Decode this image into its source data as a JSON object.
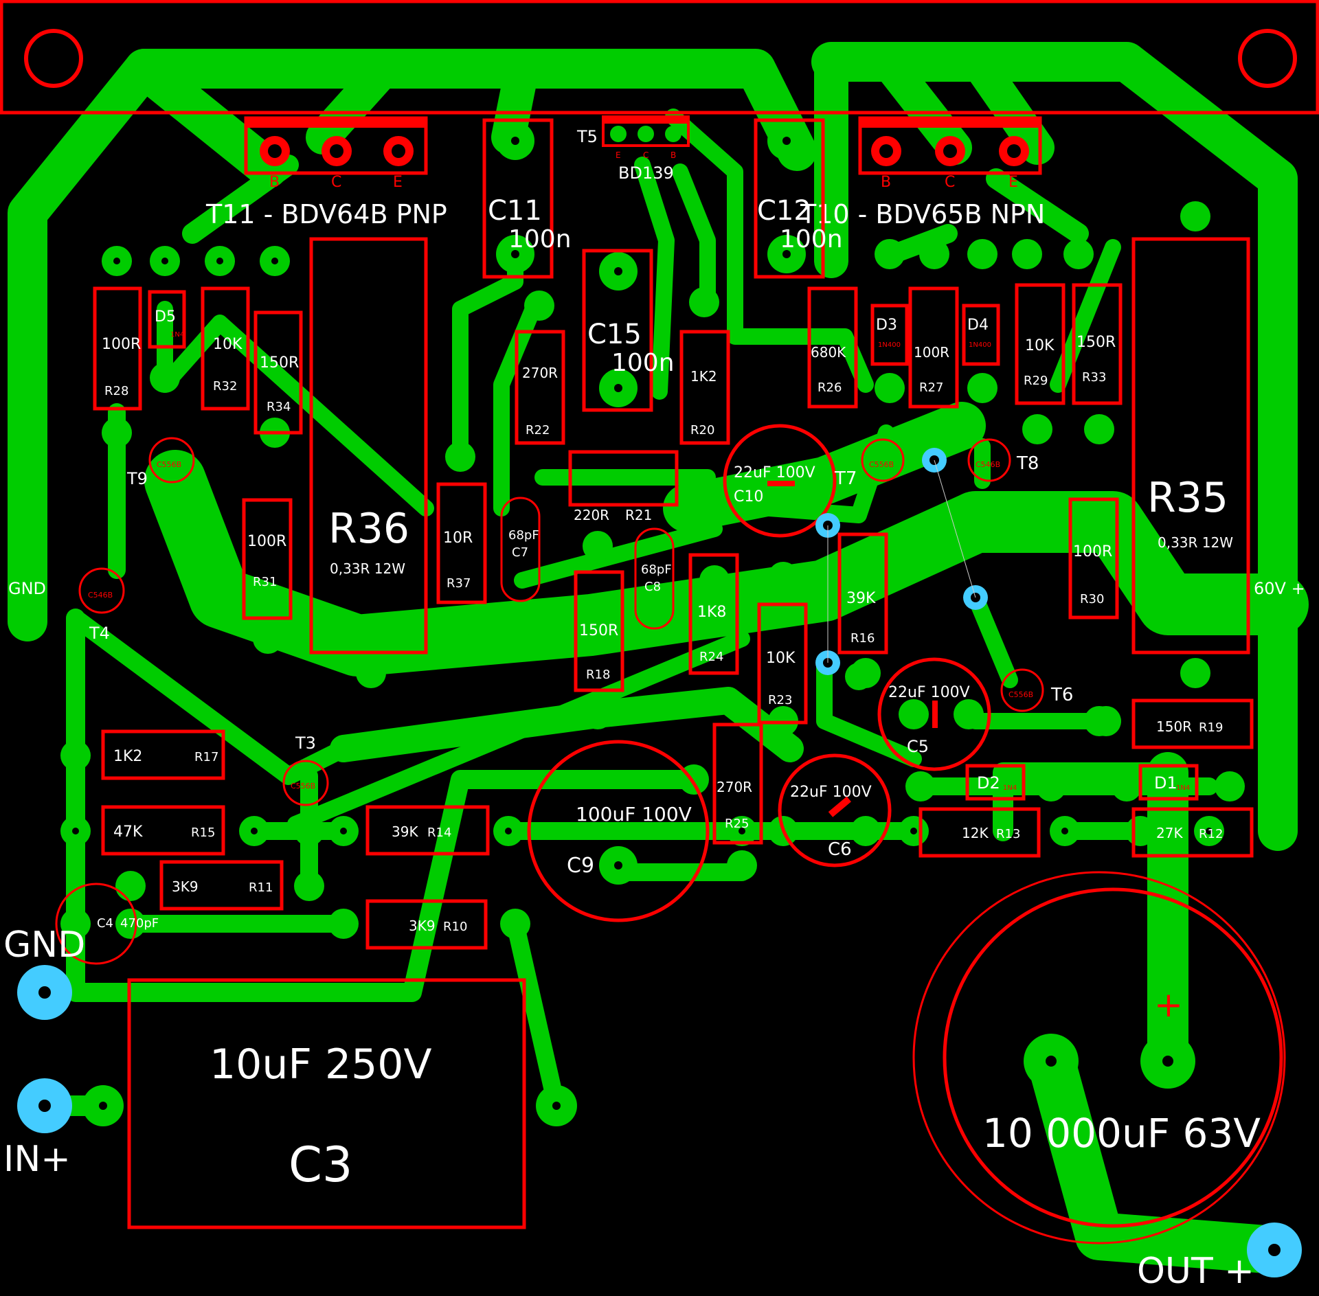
{
  "colors": {
    "background": "#000000",
    "copper": "#00cc00",
    "silkscreen": "#ff0000",
    "text": "#ffffff",
    "via": "#44ccff"
  },
  "connectors": {
    "gnd_left": "GND",
    "v60": "60V +",
    "gnd_bottom": "GND",
    "in_plus": "IN+",
    "out_plus": "OUT +"
  },
  "transistors": {
    "t11": {
      "title": "T11 - BDV64B PNP",
      "pins": [
        "B",
        "C",
        "E"
      ]
    },
    "t10": {
      "title": "T10 - BDV65B NPN",
      "pins": [
        "B",
        "C",
        "E"
      ]
    },
    "t5": {
      "name": "T5",
      "part": "BD139",
      "pins": [
        "E",
        "C",
        "B"
      ]
    },
    "t9": {
      "name": "T9",
      "part": "C556B"
    },
    "t4": {
      "name": "T4",
      "part": "C546B"
    },
    "t3": {
      "name": "T3",
      "part": "C556B"
    },
    "t7": {
      "name": "T7",
      "part": "C556B"
    },
    "t8": {
      "name": "T8",
      "part": "C546B"
    },
    "t6": {
      "name": "T6",
      "part": "C556B"
    }
  },
  "capacitors": {
    "c11": {
      "name": "C11",
      "value": "100n"
    },
    "c12": {
      "name": "C12",
      "value": "100n"
    },
    "c15": {
      "name": "C15",
      "value": "100n"
    },
    "c10": {
      "name": "C10",
      "value": "22uF 100V"
    },
    "c7": {
      "name": "C7",
      "value": "68pF"
    },
    "c8": {
      "name": "C8",
      "value": "68pF"
    },
    "c5": {
      "name": "C5",
      "value": "22uF 100V"
    },
    "c6": {
      "name": "C6",
      "value": "22uF 100V"
    },
    "c9": {
      "name": "C9",
      "value": "100uF 100V"
    },
    "c4": {
      "name": "C4",
      "value": "470pF"
    },
    "c3": {
      "name": "C3",
      "value": "10uF 250V"
    },
    "c_big": {
      "value": "10 000uF 63V",
      "plus": "+"
    }
  },
  "resistors": {
    "r28": {
      "name": "R28",
      "value": "100R"
    },
    "r32": {
      "name": "R32",
      "value": "10K"
    },
    "r34": {
      "name": "R34",
      "value": "150R"
    },
    "r36": {
      "name": "R36",
      "value": "0,33R 12W"
    },
    "r31": {
      "name": "R31",
      "value": "100R"
    },
    "r22": {
      "name": "R22",
      "value": "270R"
    },
    "r20": {
      "name": "R20",
      "value": "1K2"
    },
    "r21": {
      "name": "R21",
      "value": "220R"
    },
    "r37": {
      "name": "R37",
      "value": "10R"
    },
    "r26": {
      "name": "R26",
      "value": "680K"
    },
    "r27": {
      "name": "R27",
      "value": "100R"
    },
    "r29": {
      "name": "R29",
      "value": "10K"
    },
    "r33": {
      "name": "R33",
      "value": "150R"
    },
    "r35": {
      "name": "R35",
      "value": "0,33R 12W"
    },
    "r30": {
      "name": "R30",
      "value": "100R"
    },
    "r16": {
      "name": "R16",
      "value": "39K"
    },
    "r18": {
      "name": "R18",
      "value": "150R"
    },
    "r24": {
      "name": "R24",
      "value": "1K8"
    },
    "r23": {
      "name": "R23",
      "value": "10K"
    },
    "r25": {
      "name": "R25",
      "value": "270R"
    },
    "r19": {
      "name": "R19",
      "value": "150R"
    },
    "r17": {
      "name": "R17",
      "value": "1K2"
    },
    "r15": {
      "name": "R15",
      "value": "47K"
    },
    "r14": {
      "name": "R14",
      "value": "39K"
    },
    "r11": {
      "name": "R11",
      "value": "3K9"
    },
    "r10": {
      "name": "R10",
      "value": "3K9"
    },
    "r13": {
      "name": "R13",
      "value": "12K"
    },
    "r12": {
      "name": "R12",
      "value": "27K"
    }
  },
  "diodes": {
    "d5": {
      "name": "D5",
      "part": "1N4"
    },
    "d3": {
      "name": "D3",
      "part": "1N400"
    },
    "d4": {
      "name": "D4",
      "part": "1N400"
    },
    "d2": {
      "name": "D2",
      "part": "1N4"
    },
    "d1": {
      "name": "D1",
      "part": "1N4"
    }
  }
}
